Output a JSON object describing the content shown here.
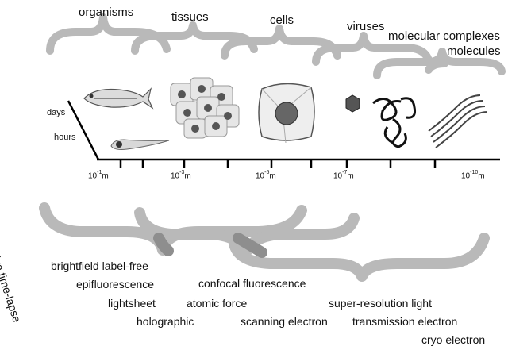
{
  "scale_labels": {
    "organisms": "organisms",
    "tissues": "tissues",
    "cells": "cells",
    "viruses": "viruses",
    "molecular_complexes": "molecular complexes",
    "molecules": "molecules"
  },
  "time_axis": {
    "days": "days",
    "hours": "hours"
  },
  "length_axis": {
    "ticks": [
      {
        "base": "10",
        "exp": "-1",
        "unit": "m"
      },
      {
        "base": "10",
        "exp": "-3",
        "unit": "m"
      },
      {
        "base": "10",
        "exp": "-5",
        "unit": "m"
      },
      {
        "base": "10",
        "exp": "-7",
        "unit": "m"
      },
      {
        "base": "10",
        "exp": "-10",
        "unit": "m"
      }
    ]
  },
  "live_label": "live time-lapse",
  "techniques": {
    "brightfield": "brightfield label-free",
    "epifluorescence": "epifluorescence",
    "lightsheet": "lightsheet",
    "holographic": "holographic",
    "confocal": "confocal fluorescence",
    "atomic_force": "atomic force",
    "scanning_electron": "scanning electron",
    "super_resolution": "super-resolution light",
    "transmission_electron": "transmission electron",
    "cryo_electron": "cryo electron"
  },
  "colors": {
    "brace": "#b9b9b9",
    "brace_overlap": "#8e8e8e",
    "axis": "#000000"
  }
}
